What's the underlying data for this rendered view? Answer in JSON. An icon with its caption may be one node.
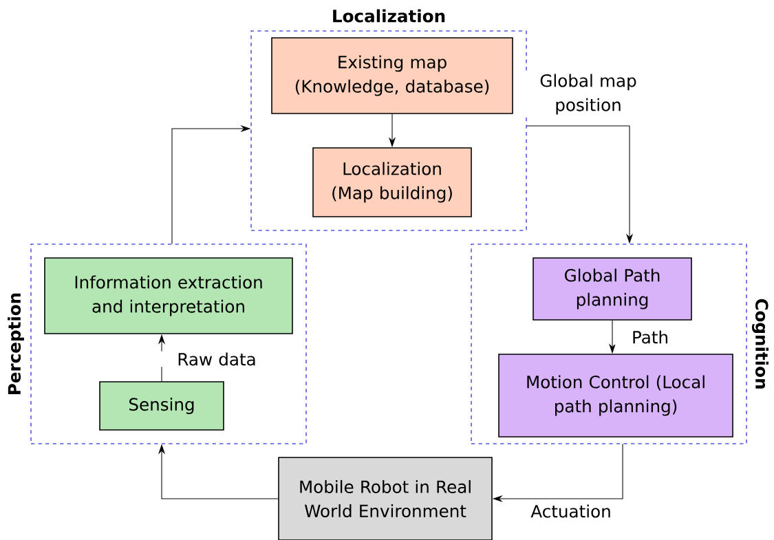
{
  "diagram": {
    "nodes": [
      {
        "text": [
          "Localization"
        ]
      },
      {
        "text": [
          "Existing map (Knowledge, database)"
        ],
        "in": 0
      },
      {
        "text": [
          "Localization (Map building)"
        ],
        "in": 0
      },
      {
        "text": [
          "Perception"
        ]
      },
      {
        "text": [
          "Information extraction and interpretation"
        ],
        "in": 3
      },
      {
        "text": [
          "Sensing"
        ],
        "in": 3
      },
      {
        "text": [
          "Cognition"
        ]
      },
      {
        "text": [
          "Global Path planning"
        ],
        "in": 6
      },
      {
        "text": [
          "Motion Control (Local path planning)"
        ],
        "in": 6
      },
      {
        "text": [
          "Mobile Robot in Real World Environment"
        ]
      }
    ],
    "edges": [
      {
        "from": 1,
        "to": 2,
        "arrow": "to"
      },
      {
        "from": 5,
        "to": 4,
        "arrow": "to",
        "label": "Raw data"
      },
      {
        "from": 3,
        "to": 0,
        "arrow": "to"
      },
      {
        "from": 0,
        "to": 6,
        "arrow": "to",
        "label": "Global map position"
      },
      {
        "from": 7,
        "to": 8,
        "arrow": "to",
        "label": "Path"
      },
      {
        "from": 6,
        "to": 9,
        "arrow": "to",
        "label": "Actuation"
      },
      {
        "from": 9,
        "to": 3,
        "arrow": "to"
      }
    ]
  }
}
